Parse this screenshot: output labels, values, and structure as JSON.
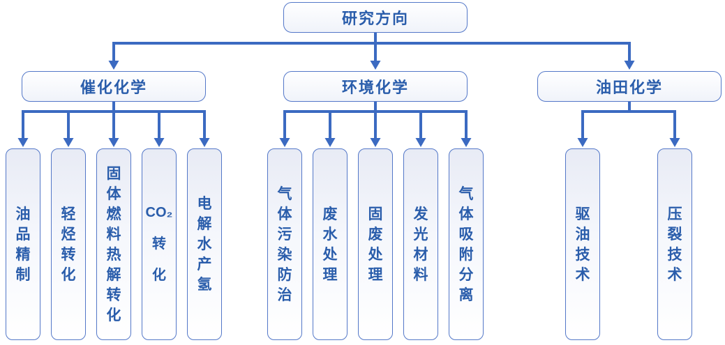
{
  "root": {
    "label": "研究方向"
  },
  "branches": [
    {
      "label": "催化化学",
      "children": [
        {
          "label": "油品精制",
          "lines": "油\n品\n精\n制"
        },
        {
          "label": "轻烃转化",
          "lines": "轻\n烃\n转\n化"
        },
        {
          "label": "固体燃料热解转化",
          "lines": "固\n体\n燃\n料\n热\n解\n转\n化"
        },
        {
          "label": "CO₂转化",
          "lines": "CO₂\n转\n化"
        },
        {
          "label": "电解水产氢",
          "lines": "电\n解\n水\n产\n氢"
        }
      ]
    },
    {
      "label": "环境化学",
      "children": [
        {
          "label": "气体污染防治",
          "lines": "气\n体\n污\n染\n防\n治"
        },
        {
          "label": "废水处理",
          "lines": "废\n水\n处\n理"
        },
        {
          "label": "固废处理",
          "lines": "固\n废\n处\n理"
        },
        {
          "label": "发光材料",
          "lines": "发\n光\n材\n料"
        },
        {
          "label": "气体吸附分离",
          "lines": "气\n体\n吸\n附\n分\n离"
        }
      ]
    },
    {
      "label": "油田化学",
      "children": [
        {
          "label": "驱油技术",
          "lines": "驱\n油\n技\n术"
        },
        {
          "label": "压裂技术",
          "lines": "压\n裂\n技\n术"
        }
      ]
    }
  ],
  "colors": {
    "line": "#3b6ac1",
    "box_border": "#5377c8",
    "text": "#2a5dab",
    "leaf_fill_top": "#e8ebf5",
    "fill_bottom": "#ffffff"
  }
}
